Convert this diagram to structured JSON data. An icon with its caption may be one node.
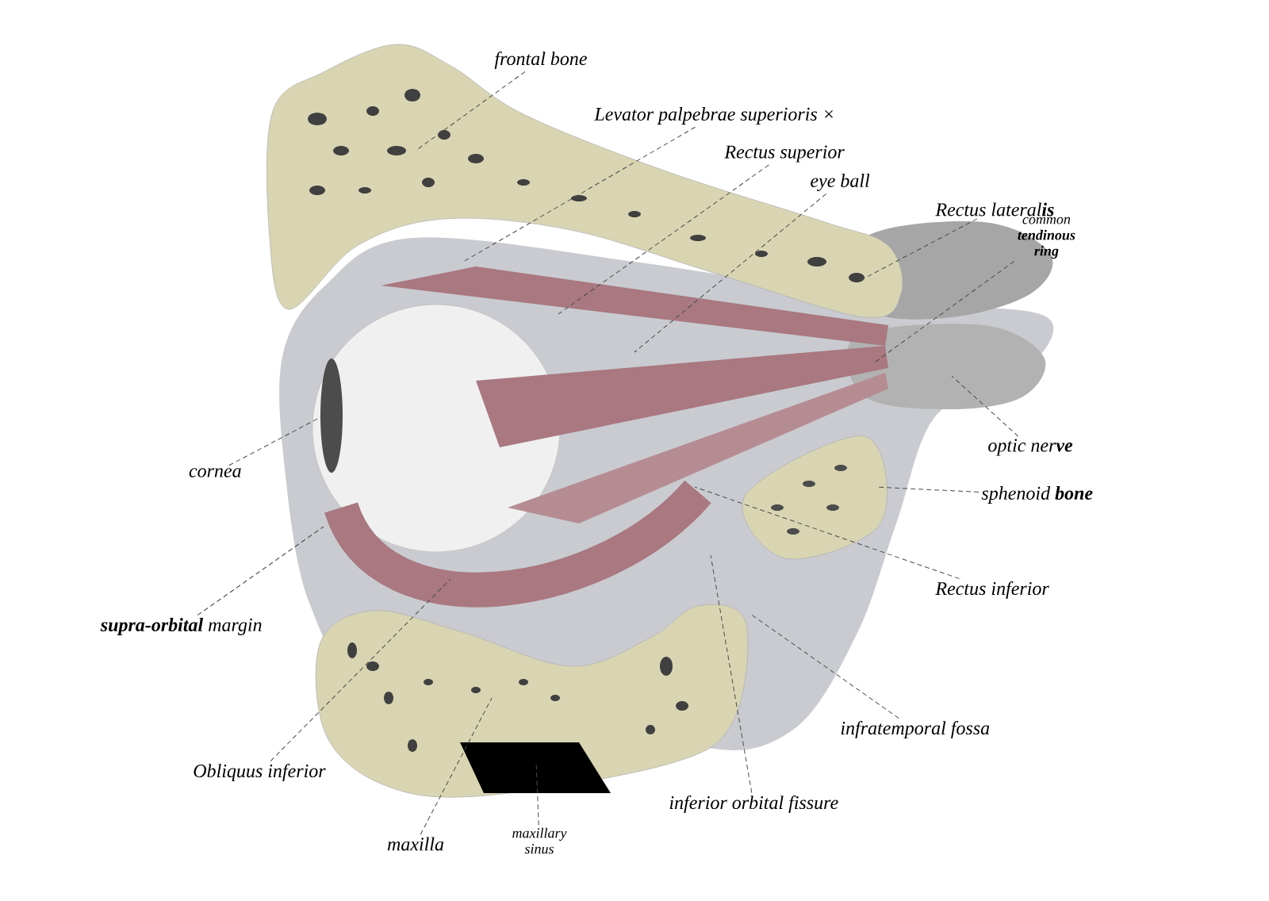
{
  "diagram": {
    "nodes": [
      {
        "text": [
          "frontal bone"
        ]
      },
      {
        "text": [
          "Levator palpebrae superioris ×"
        ]
      },
      {
        "text": [
          "Rectus superior"
        ]
      },
      {
        "text": [
          "eye ball"
        ]
      },
      {
        "text": [
          "Rectus lateral**is**"
        ]
      },
      {
        "text": [
          "common **tendinous ring**"
        ]
      },
      {
        "text": [
          "cornea"
        ]
      },
      {
        "text": [
          "**supra-orbital** margin"
        ]
      },
      {
        "text": [
          "Obliquus inferior"
        ]
      },
      {
        "text": [
          "maxilla"
        ]
      },
      {
        "text": [
          "maxillary sinus"
        ]
      },
      {
        "text": [
          "inferior orbital fissure"
        ]
      },
      {
        "text": [
          "infratemporal fossa"
        ]
      },
      {
        "text": [
          "Rectus inferior"
        ]
      },
      {
        "text": [
          "sphenoid **bone**"
        ]
      },
      {
        "text": [
          "optic ner**ve**"
        ]
      }
    ],
    "edges": [
      {
        "from": 0,
        "to": null,
        "arrow": "none"
      },
      {
        "from": 1,
        "to": null,
        "arrow": "none"
      },
      {
        "from": 2,
        "to": null,
        "arrow": "none"
      },
      {
        "from": 3,
        "to": null,
        "arrow": "none"
      },
      {
        "from": 4,
        "to": null,
        "arrow": "none"
      },
      {
        "from": 5,
        "to": null,
        "arrow": "none"
      },
      {
        "from": 6,
        "to": null,
        "arrow": "none"
      },
      {
        "from": 7,
        "to": null,
        "arrow": "none"
      },
      {
        "from": 8,
        "to": null,
        "arrow": "none"
      },
      {
        "from": 9,
        "to": null,
        "arrow": "none"
      },
      {
        "from": 10,
        "to": null,
        "arrow": "none"
      },
      {
        "from": 11,
        "to": null,
        "arrow": "none"
      },
      {
        "from": 12,
        "to": null,
        "arrow": "none"
      },
      {
        "from": 13,
        "to": null,
        "arrow": "none"
      },
      {
        "from": 14,
        "to": null,
        "arrow": "none"
      },
      {
        "from": 15,
        "to": null,
        "arrow": "none"
      }
    ]
  }
}
